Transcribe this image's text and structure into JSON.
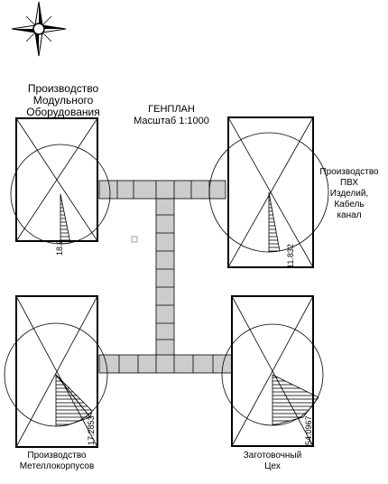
{
  "diagram": {
    "title": "ГЕНПЛАН",
    "scale": "Масштаб 1:1000",
    "compass_icon": "compass-rose-icon",
    "buildings": [
      {
        "id": "tl",
        "name_lines": [
          "Производство",
          "Модульного",
          "Оборудования"
        ],
        "sector_label": "18.9"
      },
      {
        "id": "tr",
        "name_lines": [
          "Производство",
          "ПВХ",
          "Изделий,",
          "Кабель",
          "канал"
        ],
        "sector_label": "11.832"
      },
      {
        "id": "bl",
        "name_lines": [
          "Производство",
          "Метеллокорпусов"
        ],
        "sector_label": "17.2853"
      },
      {
        "id": "br",
        "name_lines": [
          "Заготовочный",
          "Цех"
        ],
        "sector_label": "54.0967"
      }
    ]
  }
}
